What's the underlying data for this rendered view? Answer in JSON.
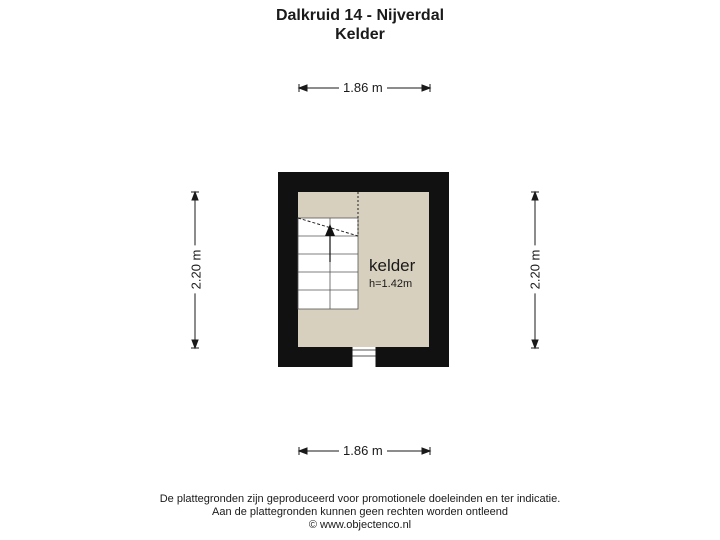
{
  "header": {
    "address": "Dalkruid 14 - Nijverdal",
    "floor": "Kelder"
  },
  "dimensions": {
    "top": "1.86 m",
    "bottom": "1.86 m",
    "left": "2.20 m",
    "right": "2.20 m"
  },
  "room": {
    "name": "kelder",
    "height": "h=1.42m"
  },
  "colors": {
    "wall": "#111111",
    "floor": "#d8d0be",
    "stair": "#ffffff"
  },
  "disclaimer": {
    "line1": "De plattegronden zijn geproduceerd voor promotionele doeleinden en ter indicatie.",
    "line2": "Aan de plattegronden kunnen geen rechten worden ontleend",
    "line3": "© www.objectenco.nl"
  }
}
